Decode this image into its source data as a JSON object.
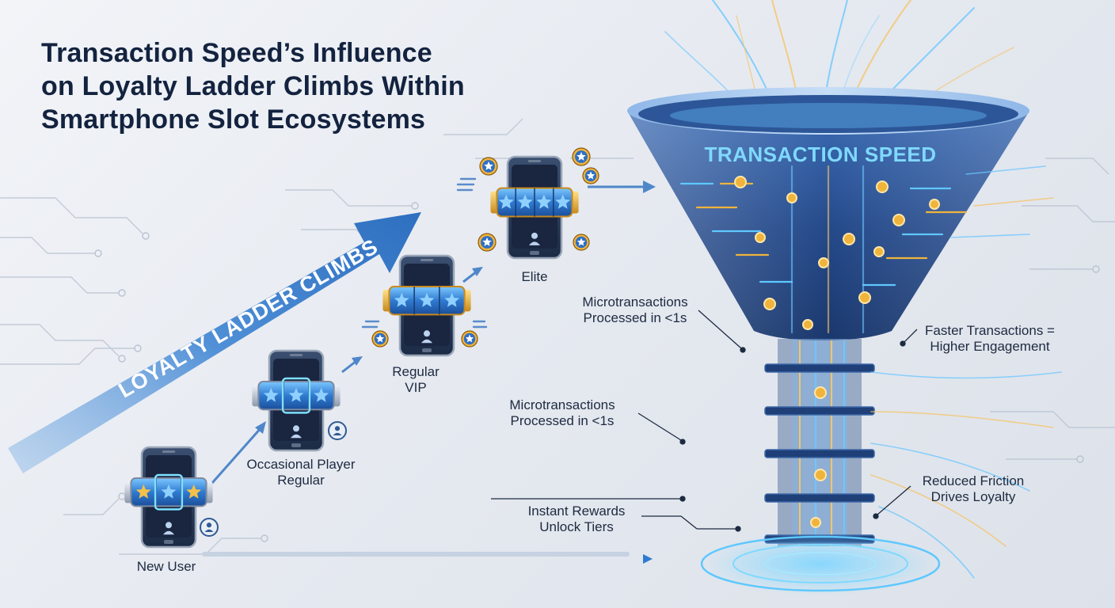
{
  "title_lines": [
    "Transaction Speed’s Influence",
    "on Loyalty Ladder Climbs Within",
    "Smartphone Slot Ecosystems"
  ],
  "arrow_label": "LOYALTY LADDER CLIMBS",
  "funnel_label": "TRANSACTION SPEED",
  "tiers": [
    {
      "lines": [
        "New User"
      ]
    },
    {
      "lines": [
        "Occasional Player",
        "Regular"
      ]
    },
    {
      "lines": [
        "Regular",
        "VIP"
      ]
    },
    {
      "lines": [
        "Elite"
      ]
    }
  ],
  "callouts": [
    {
      "lines": [
        "Microtransactions",
        "Processed in <1s"
      ]
    },
    {
      "lines": [
        "Microtransactions",
        "Processed in <1s"
      ]
    },
    {
      "lines": [
        "Instant Rewards",
        "Unlock Tiers"
      ]
    },
    {
      "lines": [
        "Faster Transactions =",
        "Higher Engagement"
      ]
    },
    {
      "lines": [
        "Reduced Friction",
        "Drives Loyalty"
      ]
    }
  ],
  "colors": {
    "title": "#13233f",
    "accent_blue": "#2f7ad0",
    "glow_blue": "#5fc8ff",
    "gold": "#f0b43c",
    "funnel_dark": "#1f3f78"
  }
}
